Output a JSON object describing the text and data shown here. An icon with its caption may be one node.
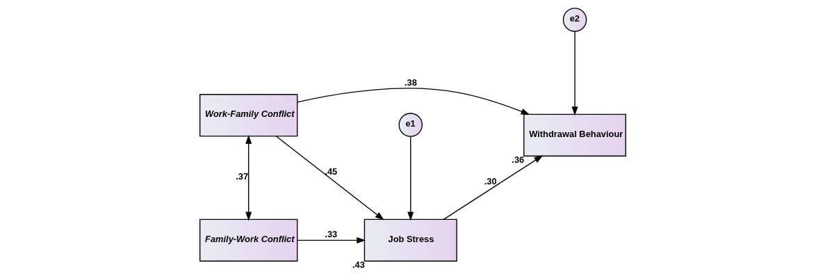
{
  "diagram": {
    "nodes": [
      {
        "text": [
          "Work-Family Conflict"
        ]
      },
      {
        "text": [
          "Family-Work Conflict"
        ]
      },
      {
        "text": [
          "e1"
        ]
      },
      {
        "text": [
          "Job Stress"
        ],
        "beside": [
          ".43"
        ]
      },
      {
        "text": [
          "e2"
        ]
      },
      {
        "text": [
          "Withdrawal Behaviour"
        ],
        "beside": [
          ".36"
        ]
      }
    ],
    "edges": [
      {
        "from": 0,
        "to": 1,
        "arrow": "both",
        "label": ".37"
      },
      {
        "from": 0,
        "to": 5,
        "arrow": "to",
        "label": ".38"
      },
      {
        "from": 0,
        "to": 3,
        "arrow": "to",
        "label": ".45"
      },
      {
        "from": 1,
        "to": 3,
        "arrow": "to",
        "label": ".33"
      },
      {
        "from": 2,
        "to": 3,
        "arrow": "to"
      },
      {
        "from": 3,
        "to": 5,
        "arrow": "to",
        "label": ".30"
      },
      {
        "from": 4,
        "to": 5,
        "arrow": "to"
      }
    ]
  }
}
